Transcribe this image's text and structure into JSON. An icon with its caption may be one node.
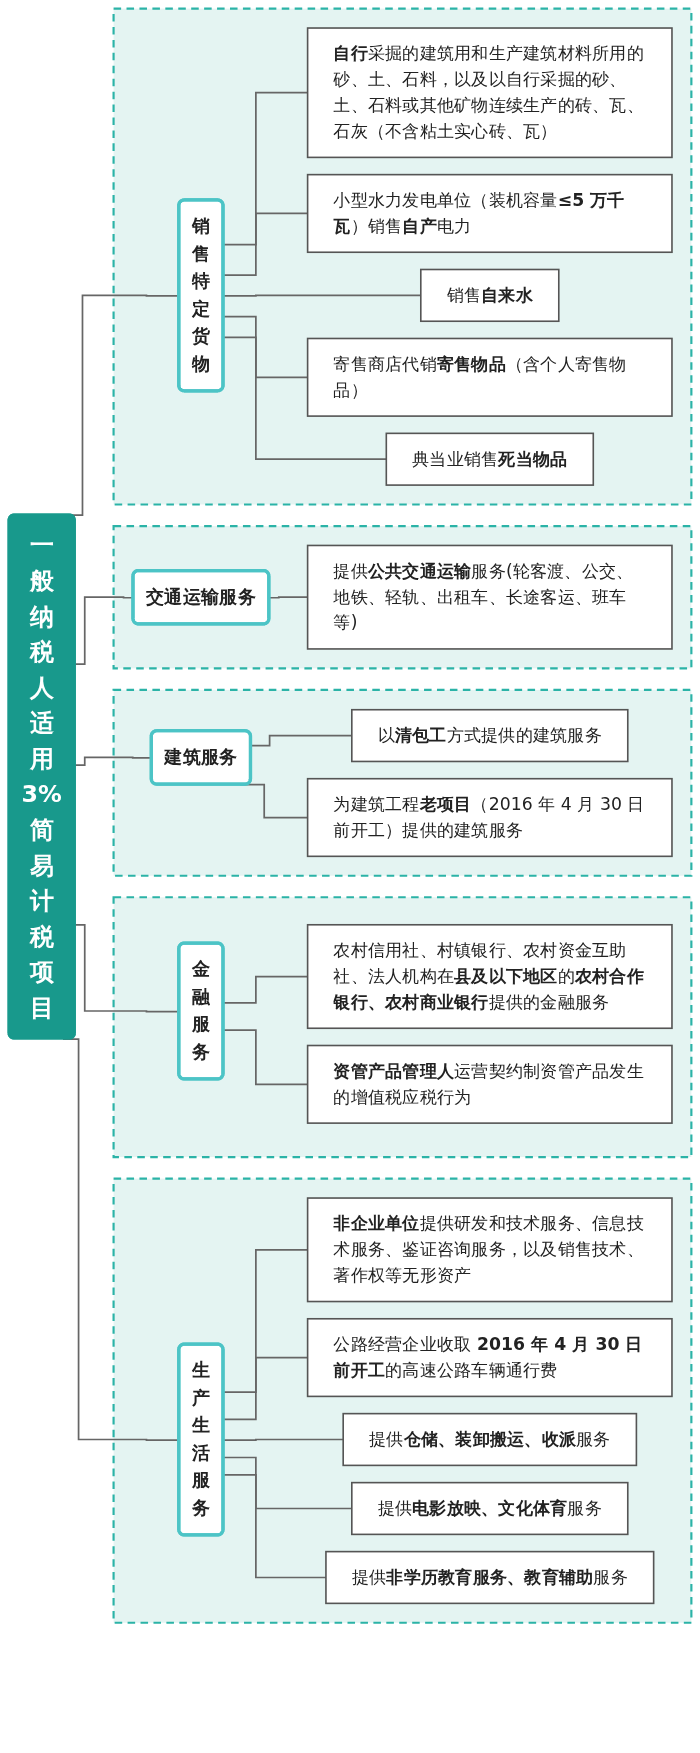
{
  "diagram": {
    "nodes": [
      {
        "text": [
          "一般纳税人适用3%简易计税项目"
        ]
      },
      {
        "text": [],
        "shape": "box"
      },
      {
        "text": [
          "销售特定货物"
        ],
        "in": 1
      },
      {
        "text": [
          "**自行**采掘的建筑用和生产建筑材料所用的砂、土、石料，以及以自行采掘的砂、土、石料或其他矿物连续生产的砖、瓦、石灰（不含粘土实心砖、瓦）"
        ],
        "in": 1
      },
      {
        "text": [
          "小型水力发电单位（装机容量**≤5 万千瓦**）销售**自产**电力"
        ],
        "in": 1
      },
      {
        "text": [
          "销售**自来水**"
        ],
        "in": 1
      },
      {
        "text": [
          "寄售商店代销**寄售物品**（含个人寄售物品）"
        ],
        "in": 1
      },
      {
        "text": [
          "典当业销售**死当物品**"
        ],
        "in": 1
      },
      {
        "text": [],
        "shape": "box"
      },
      {
        "text": [
          "交通运输服务"
        ],
        "in": 8
      },
      {
        "text": [
          "提供**公共交通运输**服务(轮客渡、公交、地铁、轻轨、出租车、长途客运、班车等)"
        ],
        "in": 8
      },
      {
        "text": [],
        "shape": "box"
      },
      {
        "text": [
          "建筑服务"
        ],
        "in": 11
      },
      {
        "text": [
          "以**清包工**方式提供的建筑服务"
        ],
        "in": 11
      },
      {
        "text": [
          "为建筑工程**老项目**（2016 年 4 月 30 日前开工）提供的建筑服务"
        ],
        "in": 11
      },
      {
        "text": [],
        "shape": "box"
      },
      {
        "text": [
          "金融服务"
        ],
        "in": 15
      },
      {
        "text": [
          "农村信用社、村镇银行、农村资金互助社、法人机构在**县及以下地区**的**农村合作银行、农村商业银行**提供的金融服务"
        ],
        "in": 15
      },
      {
        "text": [
          "**资管产品管理人**运营契约制资管产品发生的增值税应税行为"
        ],
        "in": 15
      },
      {
        "text": [],
        "shape": "box"
      },
      {
        "text": [
          "生产生活服务"
        ],
        "in": 19
      },
      {
        "text": [
          "**非企业单位**提供研发和技术服务、信息技术服务、鉴证咨询服务，以及销售技术、著作权等无形资产"
        ],
        "in": 19
      },
      {
        "text": [
          "公路经营企业收取 **2016 年 4 月 30 日前开工**的高速公路车辆通行费"
        ],
        "in": 19
      },
      {
        "text": [
          "提供**仓储、装卸搬运、收派**服务"
        ],
        "in": 19
      },
      {
        "text": [
          "提供**电影放映、文化体育**服务"
        ],
        "in": 19
      },
      {
        "text": [
          "提供**非学历教育服务、教育辅助**服务"
        ],
        "in": 19
      }
    ],
    "edges": [
      {
        "from": 0,
        "to": 2,
        "arrow": "none"
      },
      {
        "from": 2,
        "to": 3,
        "arrow": "none"
      },
      {
        "from": 2,
        "to": 4,
        "arrow": "none"
      },
      {
        "from": 2,
        "to": 5,
        "arrow": "none"
      },
      {
        "from": 2,
        "to": 6,
        "arrow": "none"
      },
      {
        "from": 2,
        "to": 7,
        "arrow": "none"
      },
      {
        "from": 0,
        "to": 9,
        "arrow": "none"
      },
      {
        "from": 9,
        "to": 10,
        "arrow": "none"
      },
      {
        "from": 0,
        "to": 12,
        "arrow": "none"
      },
      {
        "from": 12,
        "to": 13,
        "arrow": "none"
      },
      {
        "from": 12,
        "to": 14,
        "arrow": "none"
      },
      {
        "from": 0,
        "to": 16,
        "arrow": "none"
      },
      {
        "from": 16,
        "to": 17,
        "arrow": "none"
      },
      {
        "from": 16,
        "to": 18,
        "arrow": "none"
      },
      {
        "from": 0,
        "to": 20,
        "arrow": "none"
      },
      {
        "from": 20,
        "to": 21,
        "arrow": "none"
      },
      {
        "from": 20,
        "to": 22,
        "arrow": "none"
      },
      {
        "from": 20,
        "to": 23,
        "arrow": "none"
      },
      {
        "from": 20,
        "to": 24,
        "arrow": "none"
      },
      {
        "from": 20,
        "to": 25,
        "arrow": "none"
      }
    ]
  }
}
